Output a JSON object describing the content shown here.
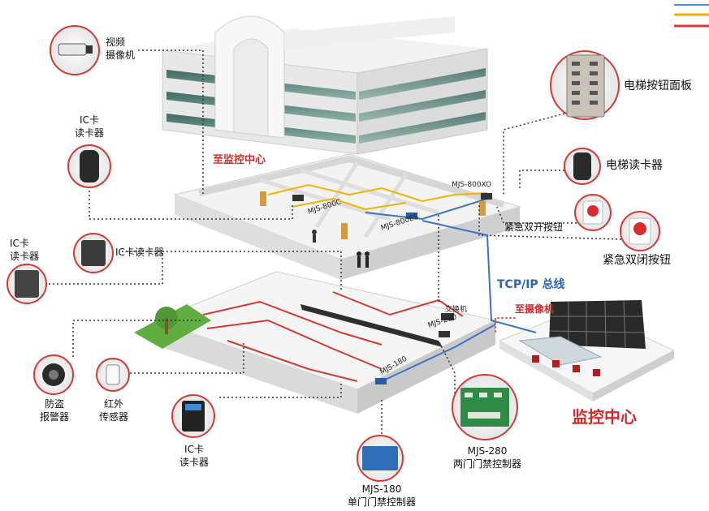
{
  "labels": {
    "camera": [
      "视频",
      "摄像机"
    ],
    "ic_reader_top": [
      "IC卡",
      "读卡器"
    ],
    "ic_reader_mid": "IC卡读卡器",
    "ic_reader_left": [
      "IC卡",
      "读卡器"
    ],
    "alarm": [
      "防盗",
      "报警器"
    ],
    "infrared": [
      "红外",
      "传感器"
    ],
    "ic_reader_bottom": [
      "IC卡",
      "读卡器"
    ],
    "mjs180": [
      "MJS-180",
      "单门门禁控制器"
    ],
    "mjs280": [
      "MJS-280",
      "两门门禁控制器"
    ],
    "elevator_panel": "电梯按钮面板",
    "elevator_reader": "电梯读卡器",
    "emergency_open": "紧急双开按钮",
    "emergency_close": "紧急双闭按钮",
    "to_monitor_center": "至监控中心",
    "tcpip_bus": "TCP/IP 总线",
    "to_camera": "至摄像机",
    "monitor_center": "监控中心"
  },
  "floor_devices": {
    "mjs800xo": "MJS-800XO",
    "mjs800c": "MJS-800C",
    "mjs800es": "MJS-800ES",
    "switch": "交换机",
    "mjs280": "MJS-280",
    "mjs180": "MJS-180"
  },
  "colors": {
    "red_line": "#d23b35",
    "blue_line": "#3c74c4",
    "yellow_line": "#f0b400",
    "title_red": "#d32a2a",
    "bus_blue": "#2a63b8"
  }
}
